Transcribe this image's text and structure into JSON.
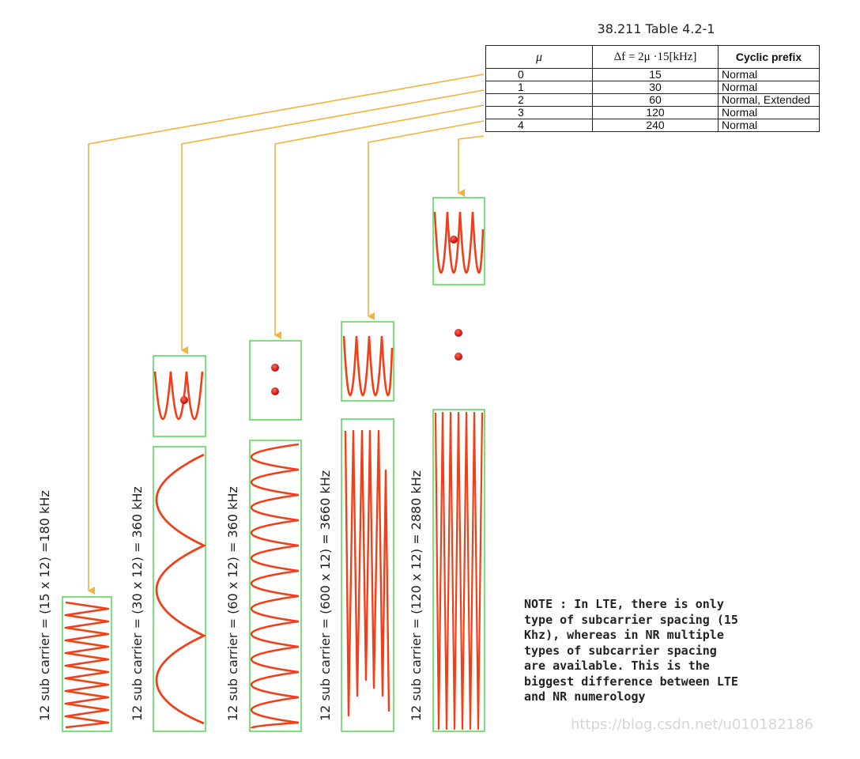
{
  "table": {
    "title": "38.211 Table 4.2-1",
    "headers": [
      "μ",
      "Δf = 2μ ·15[kHz]",
      "Cyclic prefix"
    ],
    "rows": [
      [
        "0",
        "15",
        "Normal"
      ],
      [
        "1",
        "30",
        "Normal"
      ],
      [
        "2",
        "60",
        "Normal, Extended"
      ],
      [
        "3",
        "120",
        "Normal"
      ],
      [
        "4",
        "240",
        "Normal"
      ]
    ]
  },
  "labels": [
    "12 sub carrier = (15 x 12) =180 kHz",
    "12 sub carrier = (30 x 12) = 360 kHz",
    "12 sub carrier = (60 x 12) = 360 kHz",
    "12 sub carrier = (600 x 12) = 3660 kHz",
    "12 sub carrier = (120 x 12) = 2880 kHz"
  ],
  "note": "NOTE : In LTE, there is only type of subcarrier spacing (15 Khz), whereas in NR multiple types of subcarrier spacing are available. This is the biggest difference between LTE and NR numerology",
  "watermark": "https://blog.csdn.net/u010182186",
  "colors": {
    "wave": "#f0401a",
    "box_border": "#4fd84f",
    "arrow": "#f6b13a",
    "dot": "#d81414",
    "text": "#222222"
  }
}
